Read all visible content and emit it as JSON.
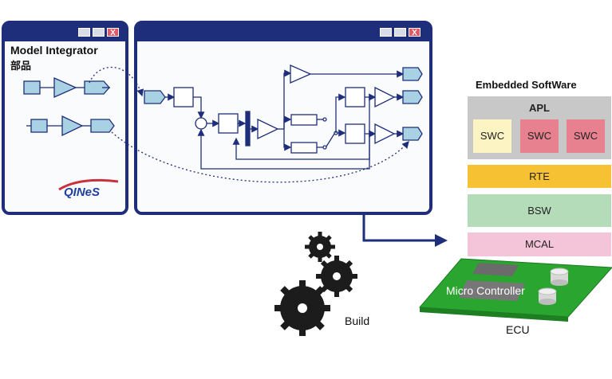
{
  "left_window": {
    "title_line1": "Model Integrator",
    "title_line2": "部品",
    "logo_text": "QINeS"
  },
  "stack": {
    "heading": "Embedded SoftWare",
    "apl": {
      "label": "APL",
      "swcs": [
        "SWC",
        "SWC",
        "SWC"
      ]
    },
    "rte": "RTE",
    "bsw": "BSW",
    "mcal": "MCAL",
    "colors": {
      "apl": "#c8c8c8",
      "swc_1": "#fdf4c3",
      "swc_2_3": "#e8818f",
      "rte": "#f6c233",
      "bsw": "#b4dcb8",
      "mcal": "#f4c5d8"
    }
  },
  "ecu": {
    "chip_label": "Micro Controller",
    "board_label": "ECU",
    "board_color": "#2aa52f"
  },
  "build_label": "Build",
  "window_controls": [
    "minimize-button",
    "maximize-button",
    "close-button"
  ]
}
